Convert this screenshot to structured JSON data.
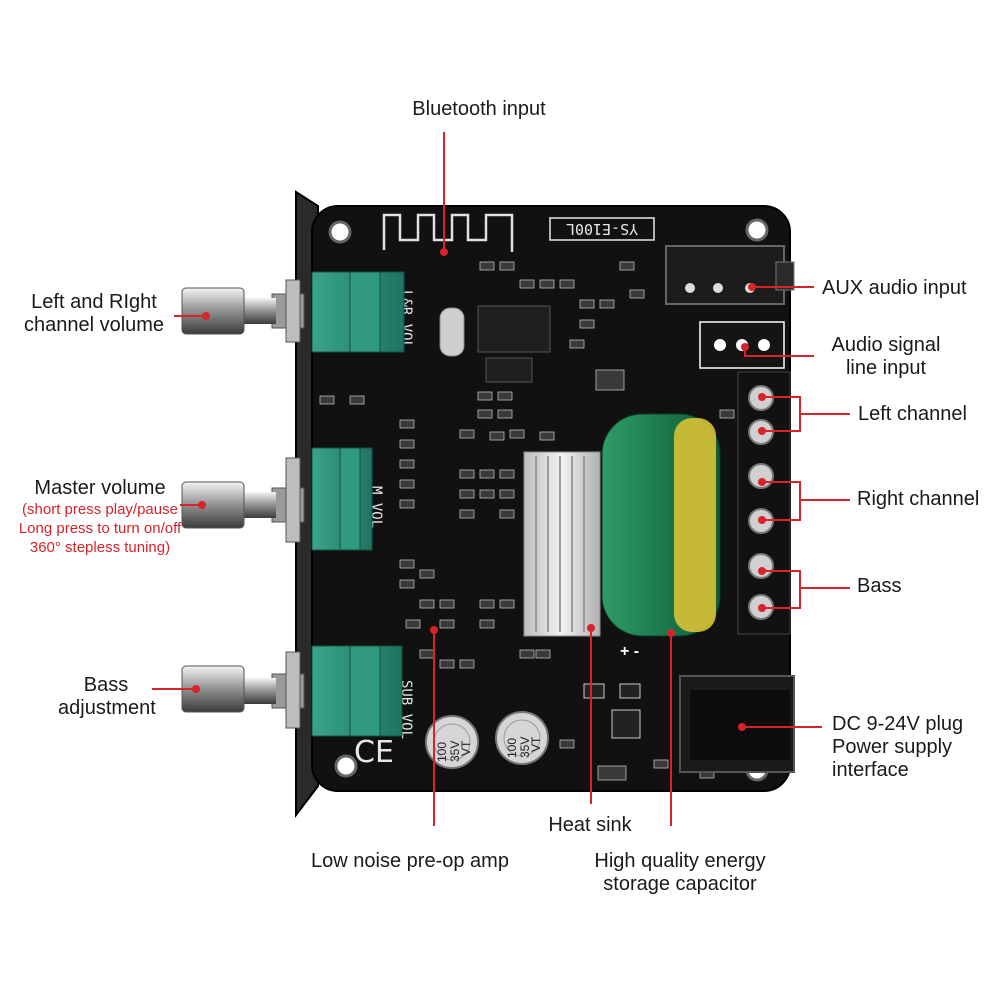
{
  "board": {
    "model": "YS-E100L",
    "silk": {
      "lr_vol": "L&R VOL",
      "m_vol": "M_VOL",
      "sub_vol": "SUB VOL"
    },
    "cap_small": {
      "line1": "100",
      "line2": "35V",
      "line3": "VT"
    },
    "polarity": "+ -"
  },
  "labels": {
    "bluetooth": "Bluetooth input",
    "lr_volume": [
      "Left and RIght",
      "channel volume"
    ],
    "aux": "AUX audio input",
    "line_input": [
      "Audio signal",
      "line input"
    ],
    "left_channel": "Left channel",
    "right_channel": "Right channel",
    "master": "Master volume",
    "master_notes": [
      "(short press play/pause",
      "Long press to turn on/off",
      "360° stepless tuning)"
    ],
    "bass_ch": "Bass",
    "bass_adj": [
      "Bass",
      "adjustment"
    ],
    "dc": [
      "DC 9-24V plug",
      "Power supply",
      "interface"
    ],
    "heat_sink": "Heat sink",
    "preamp": "Low noise pre-op amp",
    "capacitor": [
      "High quality energy",
      "storage capacitor"
    ]
  },
  "colors": {
    "pointer": "#d8232a",
    "pcb": "#101010",
    "knob": "#2a8c74",
    "capacitor": "#1f7a4e",
    "cap_band": "#d8c235",
    "heatsink": "#dcdcdc"
  }
}
